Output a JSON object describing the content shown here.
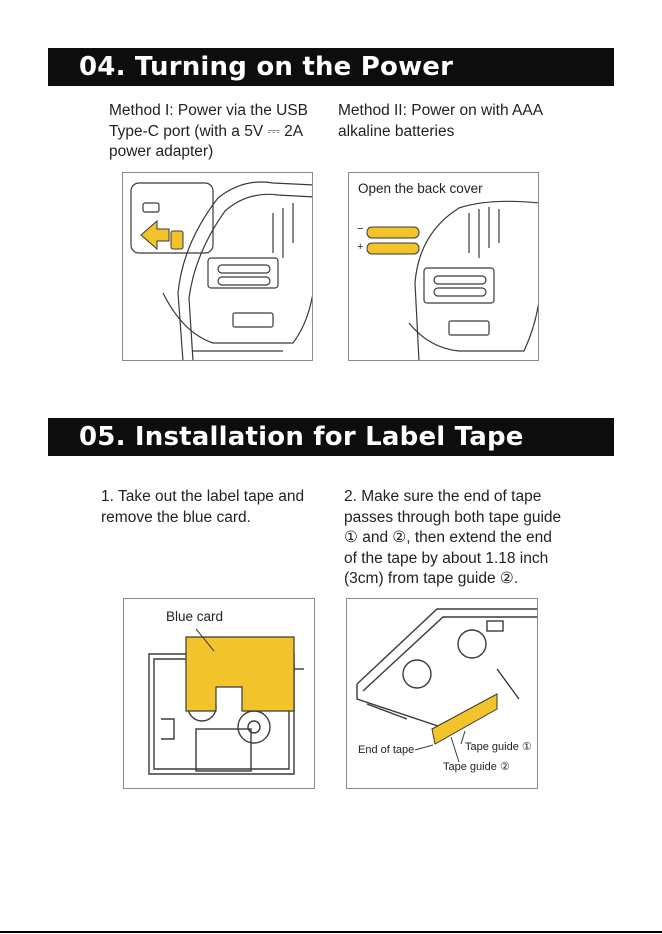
{
  "section1": {
    "title": "04. Turning on the Power",
    "method1_text": "Method I:  Power via the USB\nType-C port (with a 5V ⎓ 2A\npower adapter)",
    "method2_text": "Method II: Power on with AAA\nalkaline batteries",
    "panel2_caption": "Open the back cover",
    "battery_minus": "−",
    "battery_plus": "+"
  },
  "section2": {
    "title": "05. Installation for Label Tape",
    "step1_text": "1. Take out the label tape and\nremove the blue card.",
    "step2_text": "2. Make sure the end of tape\npasses through both tape guide\n① and ②, then extend the end\nof the tape by about 1.18 inch\n(3cm) from tape guide ②.",
    "panel3_caption": "Blue card",
    "label_end_of_tape": "End of tape",
    "label_guide1": "Tape guide ①",
    "label_guide2": "Tape guide ②"
  },
  "colors": {
    "banner": "#0d0d0d",
    "accent_yellow": "#f2c32b",
    "line_art": "#3a3a3a"
  }
}
